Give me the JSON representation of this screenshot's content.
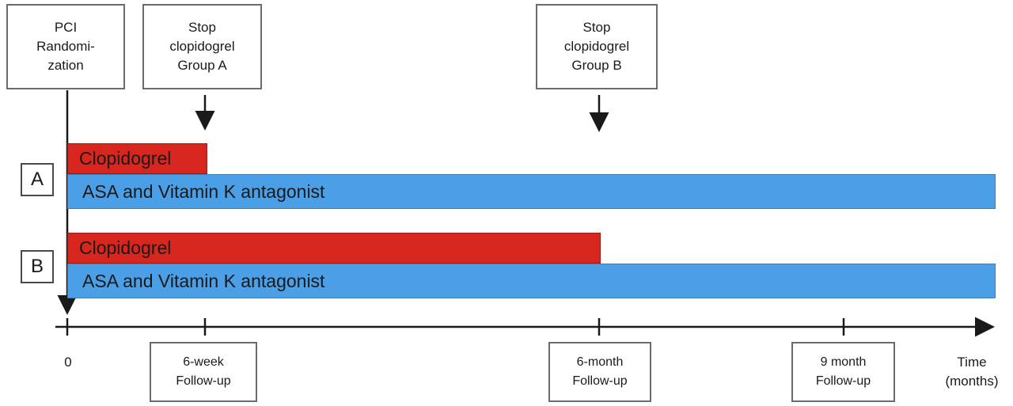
{
  "top_boxes": {
    "pci": [
      "PCI",
      "Randomi-",
      "zation"
    ],
    "stop_a": [
      "Stop",
      "clopidogrel",
      "Group A"
    ],
    "stop_b": [
      "Stop",
      "clopidogrel",
      "Group B"
    ]
  },
  "groups": {
    "a": {
      "letter": "A",
      "clopidogrel_label": "Clopidogrel",
      "asa_label": "ASA and Vitamin K antagonist"
    },
    "b": {
      "letter": "B",
      "clopidogrel_label": "Clopidogrel",
      "asa_label": "ASA and Vitamin K antagonist"
    }
  },
  "axis": {
    "zero_label": "0",
    "time_label": [
      "Time",
      "(months)"
    ]
  },
  "followups": {
    "six_week": [
      "6-week",
      "Follow-up"
    ],
    "six_month": [
      "6-month",
      "Follow-up"
    ],
    "nine_month": [
      "9 month",
      "Follow-up"
    ]
  },
  "colors": {
    "clopidogrel": "#d7261e",
    "asa_vka": "#4a9fe6"
  }
}
